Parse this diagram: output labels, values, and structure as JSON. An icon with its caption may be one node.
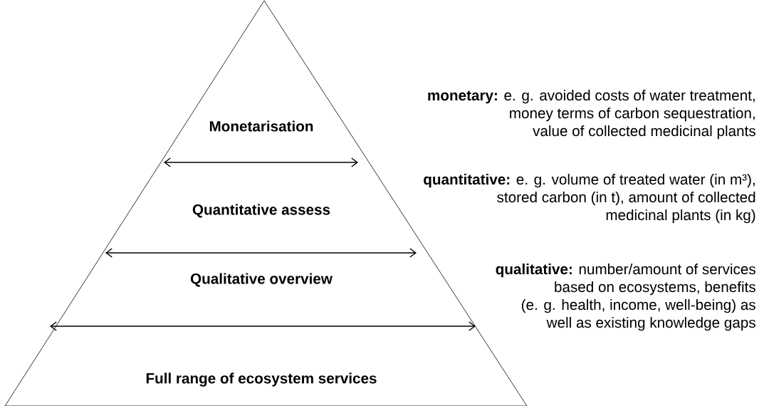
{
  "diagram": {
    "nodes": [
      {
        "text": [
          "Monetarisation",
          "Quantitative assess",
          "Qualitative overview",
          "Full range of ecosystem services"
        ]
      }
    ],
    "labels": [
      "**monetary:** e. g. avoided costs of water treatment, money terms of carbon sequestration, value of collected medicinal plants",
      "**quantitative:** e. g. volume of treated water (in m³), stored carbon (in t), amount of collected medicinal plants (in kg)",
      "**qualitative:** number/amount of services based on ecosystems, benefits (e. g. health, income, well-being) as well as existing knowledge gaps"
    ]
  }
}
